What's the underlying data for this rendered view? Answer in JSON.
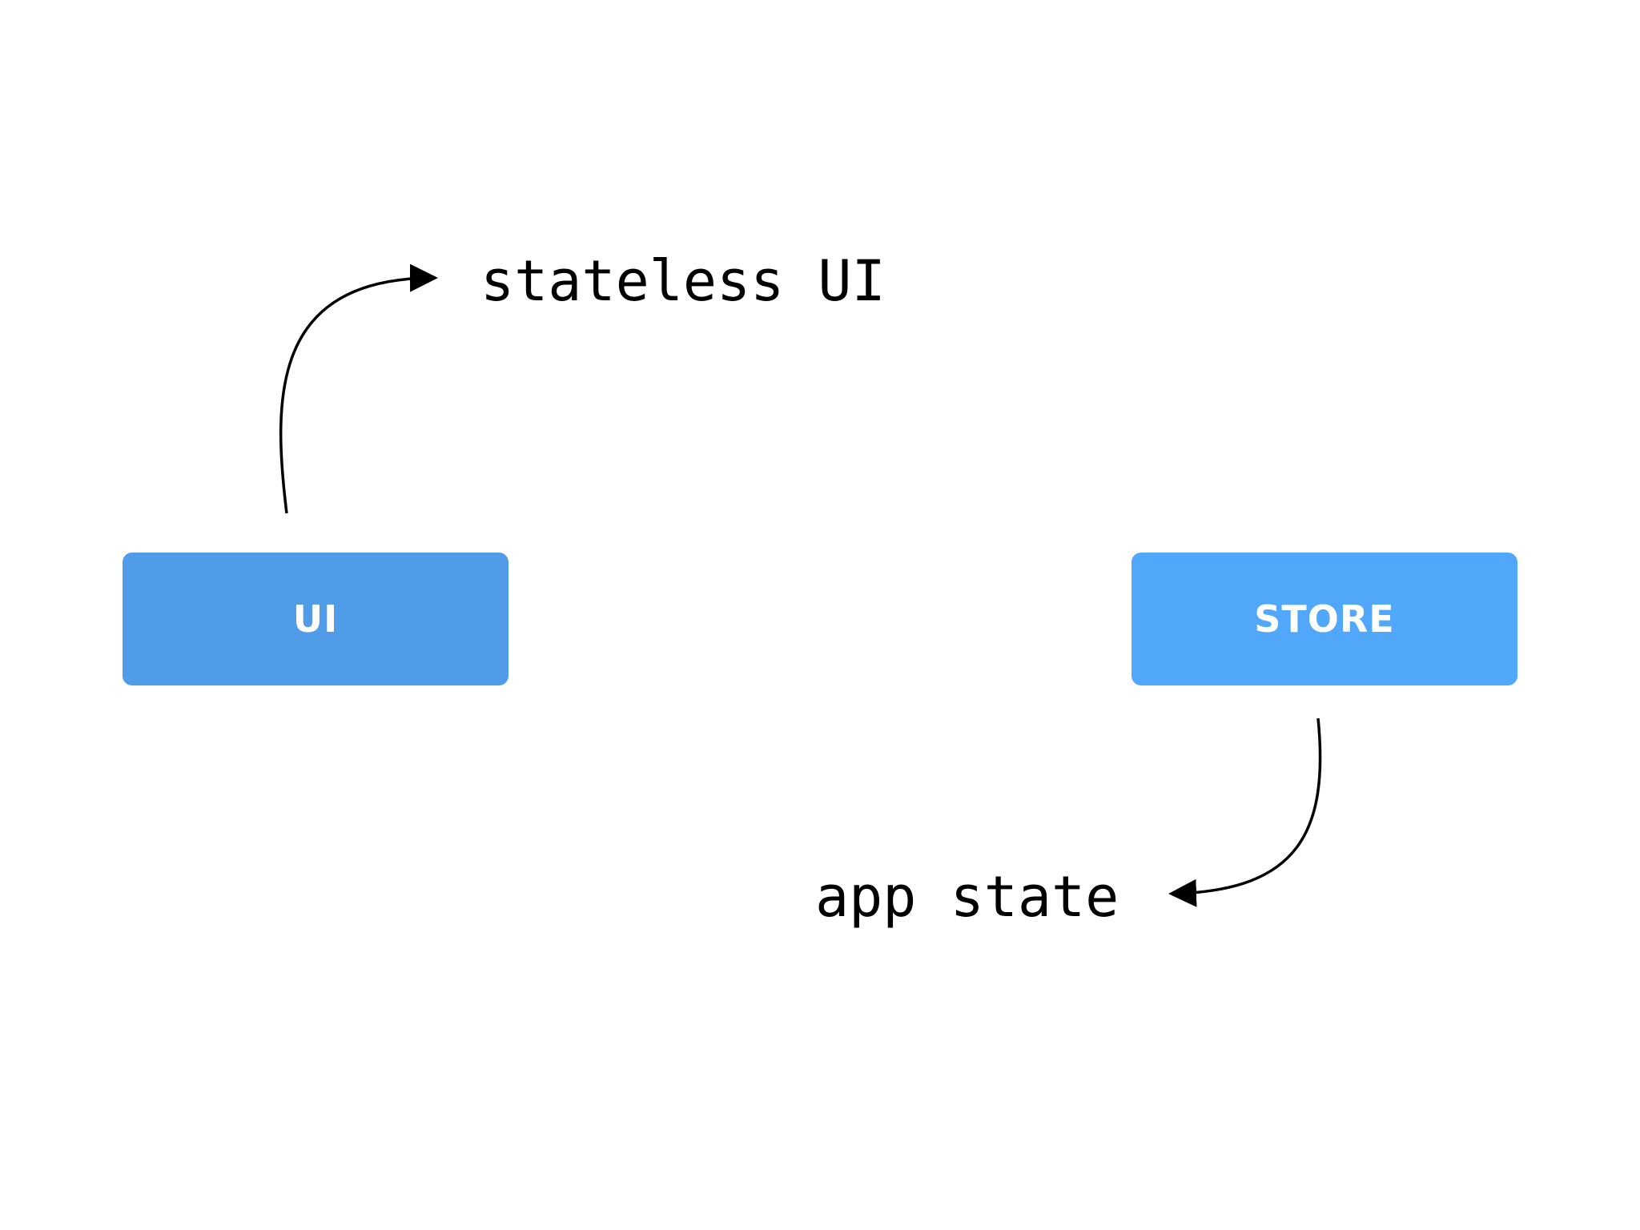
{
  "nodes": {
    "ui": {
      "label": "UI",
      "color": "#519CE8"
    },
    "store": {
      "label": "STORE",
      "color": "#51A7F9"
    }
  },
  "annotations": {
    "stateless_ui": "stateless UI",
    "app_state": "app state"
  },
  "colors": {
    "background": "#FFFFFF",
    "text": "#000000",
    "arrow": "#000000"
  }
}
